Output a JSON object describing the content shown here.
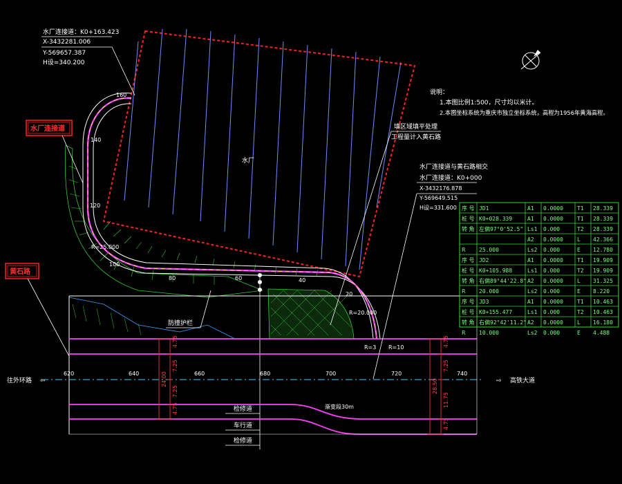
{
  "note": {
    "title": "说明：",
    "line1": "1.本图比例1:500，尺寸均以米计。",
    "line2": "2.本图坐标系统为重庆市独立坐标系统，高程为1956年黄海高程。"
  },
  "callout_start": {
    "l1": "水厂连接道：K0+163.423",
    "l2": "X-3432281.006",
    "l3": "Y-569657.387",
    "l4": "H设=340.200"
  },
  "callout_end": {
    "l1": "水厂连接道与黄石路相交",
    "l2": "水厂连接道：K0+000",
    "l3": "X-3432176.878",
    "l4": "Y-569649.515",
    "l5": "H设=331.600"
  },
  "labels": {
    "plant": "水厂",
    "connector_road": "水厂连接道",
    "huangshi_road": "黄石路",
    "fill_treatment_1": "填区域填平处理",
    "fill_treatment_2": "工程量计入黄石路",
    "guardrail": "防撞护栏",
    "to_west": "往外环路",
    "to_east": "高铁大道",
    "lane_service_1": "检修道",
    "lane_traffic": "车行道",
    "lane_service_2": "检修道",
    "gradient": "渐变段30m"
  },
  "stations_main": [
    "620",
    "640",
    "660",
    "680",
    "700",
    "720",
    "740"
  ],
  "stations_connector": [
    "160",
    "140",
    "120",
    "100",
    "80",
    "60",
    "40",
    "20"
  ],
  "dims_left": [
    "4.75",
    "7.25",
    "7.25",
    "4.75",
    "24.00"
  ],
  "dims_right": [
    "4.75",
    "7.25",
    "11.75",
    "4.75",
    "28.50"
  ],
  "curve_labels": [
    "R=25.000",
    "R=20.000",
    "R=3",
    "R=10"
  ],
  "curve_table": {
    "header_no": "序 号",
    "jd": [
      {
        "id": "JD1",
        "rows": [
          [
            "桩 号",
            "K0+028.339",
            "A1",
            "0.0000",
            "T1",
            "28.339"
          ],
          [
            "转 角",
            "左偏97°0'52.5\"",
            "Ls1",
            "0.000",
            "T2",
            "28.339"
          ],
          [
            "",
            "",
            "A2",
            "0.0000",
            "L",
            "42.366"
          ],
          [
            "R",
            "25.000",
            "Ls2",
            "0.000",
            "E",
            "12.780"
          ]
        ]
      },
      {
        "id": "JD2",
        "rows": [
          [
            "桩 号",
            "K0+105.988",
            "Ls1",
            "0.000",
            "T2",
            "19.909"
          ],
          [
            "转 角",
            "右偏89°44'22.8\"",
            "A2",
            "0.0000",
            "L",
            "31.325"
          ],
          [
            "R",
            "20.000",
            "Ls2",
            "0.000",
            "E",
            "8.220"
          ]
        ]
      },
      {
        "id": "JD3",
        "rows": [
          [
            "桩 号",
            "K0+155.477",
            "Ls1",
            "0.000",
            "T2",
            "10.463"
          ],
          [
            "转 角",
            "右偏92°42'11.2\"",
            "A2",
            "0.0000",
            "L",
            "16.180"
          ],
          [
            "R",
            "10.000",
            "Ls2",
            "0.000",
            "E",
            "4.488"
          ]
        ]
      }
    ],
    "jd2_extra": [
      "A1",
      "0.0000",
      "T1",
      "19.909"
    ],
    "jd3_extra": [
      "A1",
      "0.0000",
      "T1",
      "10.463"
    ]
  },
  "colors": {
    "background": "#000000",
    "road_centerline": "#ff40ff",
    "road_edge": "#ffffff",
    "plant_boundary": "#ff2020",
    "plant_hatch": "#6f8cff",
    "table_line": "#33dd33",
    "embankment": "#33cc33",
    "water": "#3aa0ff"
  }
}
